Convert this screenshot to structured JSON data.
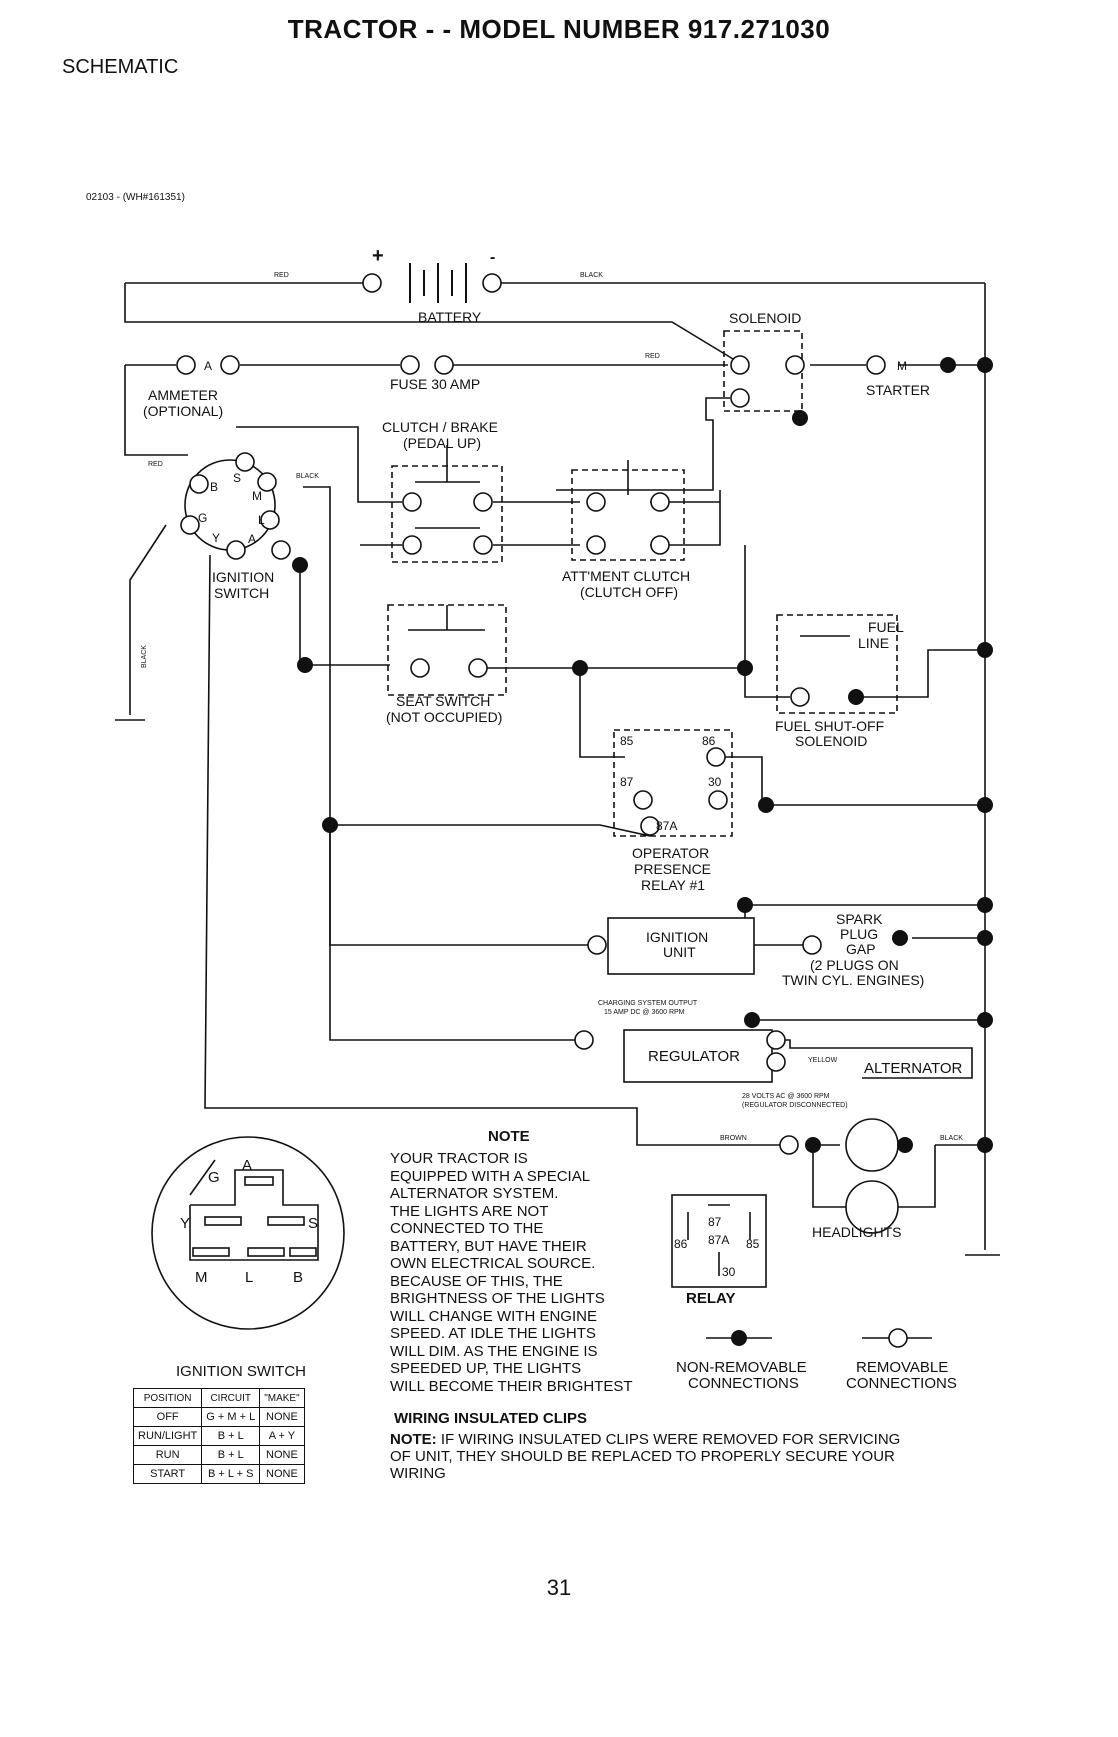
{
  "header": {
    "title": "TRACTOR - - MODEL NUMBER 917.271030",
    "subtitle": "SCHEMATIC",
    "doc_ref": "02103 - (WH#161351)"
  },
  "components": {
    "battery": "BATTERY",
    "solenoid": "SOLENOID",
    "ammeter": "AMMETER",
    "ammeter_opt": "(OPTIONAL)",
    "fuse": "FUSE 30 AMP",
    "starter": "STARTER",
    "clutch_brake": "CLUTCH / BRAKE",
    "clutch_brake_sub": "(PEDAL UP)",
    "ignition_switch_l1": "IGNITION",
    "ignition_switch_l2": "SWITCH",
    "attment_clutch": "ATT'MENT CLUTCH",
    "attment_clutch_sub": "(CLUTCH OFF)",
    "fuel_line_l1": "FUEL",
    "fuel_line_l2": "LINE",
    "fuel_shutoff_l1": "FUEL SHUT-OFF",
    "fuel_shutoff_l2": "SOLENOID",
    "seat_switch": "SEAT SWITCH",
    "seat_switch_sub": "(NOT OCCUPIED)",
    "relay1_l1": "OPERATOR",
    "relay1_l2": "PRESENCE",
    "relay1_l3": "RELAY #1",
    "ignition_unit_l1": "IGNITION",
    "ignition_unit_l2": "UNIT",
    "spark_l1": "SPARK",
    "spark_l2": "PLUG",
    "spark_l3": "GAP",
    "spark_l4": "(2 PLUGS ON",
    "spark_l5": "TWIN CYL. ENGINES)",
    "charging_l1": "CHARGING SYSTEM OUTPUT",
    "charging_l2": "15 AMP DC @ 3600 RPM",
    "regulator": "REGULATOR",
    "alternator": "ALTERNATOR",
    "alt_volts_l1": "28 VOLTS AC @ 3600 RPM",
    "alt_volts_l2": "(REGULATOR DISCONNECTED)",
    "headlights": "HEADLIGHTS",
    "relay": "RELAY",
    "non_removable_l1": "NON-REMOVABLE",
    "non_removable_l2": "CONNECTIONS",
    "removable_l1": "REMOVABLE",
    "removable_l2": "CONNECTIONS"
  },
  "wire_labels": {
    "red": "RED",
    "black": "BLACK",
    "yellow": "YELLOW",
    "brown": "BROWN"
  },
  "terminals": {
    "ign_b": "B",
    "ign_s": "S",
    "ign_m": "M",
    "ign_g": "G",
    "ign_l": "L",
    "ign_y": "Y",
    "ign_a": "A",
    "ammeter": "A",
    "starter": "M",
    "r85": "85",
    "r86": "86",
    "r87": "87",
    "r30": "30",
    "r87a": "87A",
    "battery_plus": "+",
    "battery_minus": "-"
  },
  "switch_diagram": {
    "a": "A",
    "g": "G",
    "y": "Y",
    "s": "S",
    "m": "M",
    "l": "L",
    "b": "B"
  },
  "ignition_table": {
    "title": "IGNITION SWITCH",
    "headers": [
      "POSITION",
      "CIRCUIT",
      "\"MAKE\""
    ],
    "rows": [
      [
        "OFF",
        "G + M + L",
        "NONE"
      ],
      [
        "RUN/LIGHT",
        "B + L",
        "A + Y"
      ],
      [
        "RUN",
        "B + L",
        "NONE"
      ],
      [
        "START",
        "B + L + S",
        "NONE"
      ]
    ]
  },
  "note": {
    "title": "NOTE",
    "body": "YOUR TRACTOR IS\nEQUIPPED WITH A SPECIAL\nALTERNATOR SYSTEM.\nTHE LIGHTS ARE NOT\nCONNECTED TO THE\nBATTERY, BUT HAVE THEIR\nOWN ELECTRICAL SOURCE.\nBECAUSE OF THIS, THE\nBRIGHTNESS OF THE LIGHTS\nWILL CHANGE WITH ENGINE\nSPEED.  AT IDLE THE LIGHTS\nWILL DIM.  AS THE ENGINE IS\nSPEEDED UP, THE LIGHTS\nWILL BECOME THEIR BRIGHTEST"
  },
  "clips": {
    "title": "WIRING INSULATED CLIPS",
    "note_label": "NOTE:",
    "body": " IF WIRING INSULATED CLIPS WERE REMOVED FOR SERVICING OF UNIT, THEY SHOULD BE REPLACED TO PROPERLY SECURE YOUR WIRING"
  },
  "page_number": "31"
}
